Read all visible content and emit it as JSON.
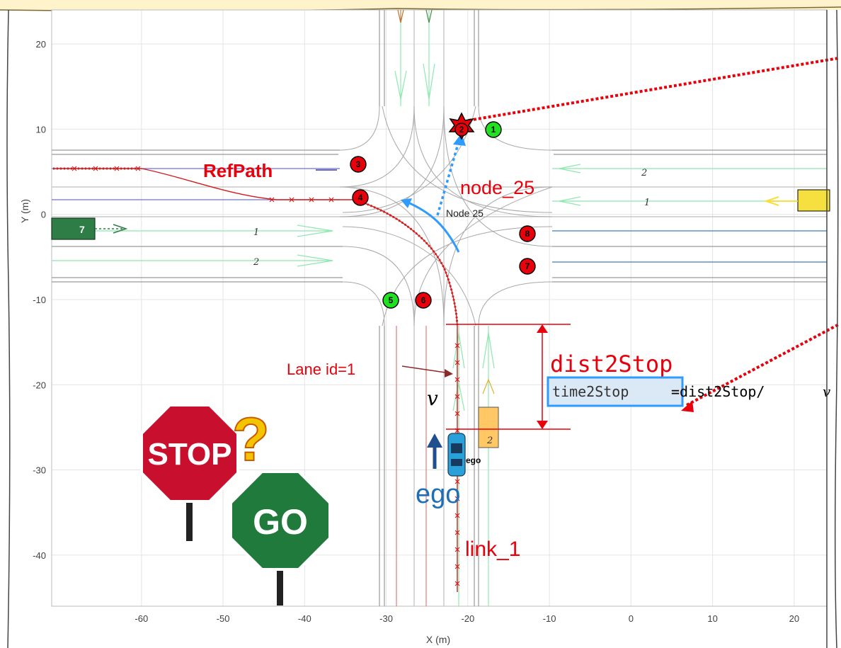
{
  "axes": {
    "xlabel": "X (m)",
    "ylabel": "Y (m)",
    "xlim": [
      -71,
      24
    ],
    "ylim": [
      -46,
      24
    ],
    "xticks": [
      "-60",
      "-50",
      "-40",
      "-30",
      "-20",
      "-10",
      "0",
      "10",
      "20"
    ],
    "yticks": [
      "20",
      "10",
      "0",
      "-10",
      "-20",
      "-30",
      "-40"
    ],
    "grid": true
  },
  "signals": [
    {
      "id": "1",
      "state": "green"
    },
    {
      "id": "2",
      "state": "red"
    },
    {
      "id": "3",
      "state": "red"
    },
    {
      "id": "4",
      "state": "red"
    },
    {
      "id": "5",
      "state": "green"
    },
    {
      "id": "6",
      "state": "red"
    },
    {
      "id": "7",
      "state": "red"
    },
    {
      "id": "8",
      "state": "red"
    }
  ],
  "lane_numbers": {
    "west_lane_1": "1",
    "west_lane_2": "2",
    "east_lane_1": "1",
    "east_lane_2": "2"
  },
  "vehicles": {
    "west_vehicle_label": "7",
    "ego_label": "ego",
    "neighbor_label": "2"
  },
  "annotations": {
    "refpath": "RefPath",
    "node_small": "Node 25",
    "node_red": "node_25",
    "lane_id": "Lane id=1",
    "dist2stop": "dist2Stop",
    "time2stop_var": "time2Stop",
    "time2stop_formula": "=dist2Stop/",
    "velocity": "v",
    "ego": "ego",
    "link": "link_1"
  },
  "signs": {
    "stop": "STOP",
    "question": "?",
    "go": "GO"
  },
  "colors": {
    "signal_red": "#e8000b",
    "signal_green": "#22e022",
    "annotation_red": "#e8000b",
    "ego_blue": "#1f6fb5",
    "highlight_blue": "#2e9bff",
    "path_red": "#d41b1b",
    "stop_sign": "#c8102e",
    "go_sign": "#1f7a3b",
    "note_yellow": "#fff3cc"
  }
}
